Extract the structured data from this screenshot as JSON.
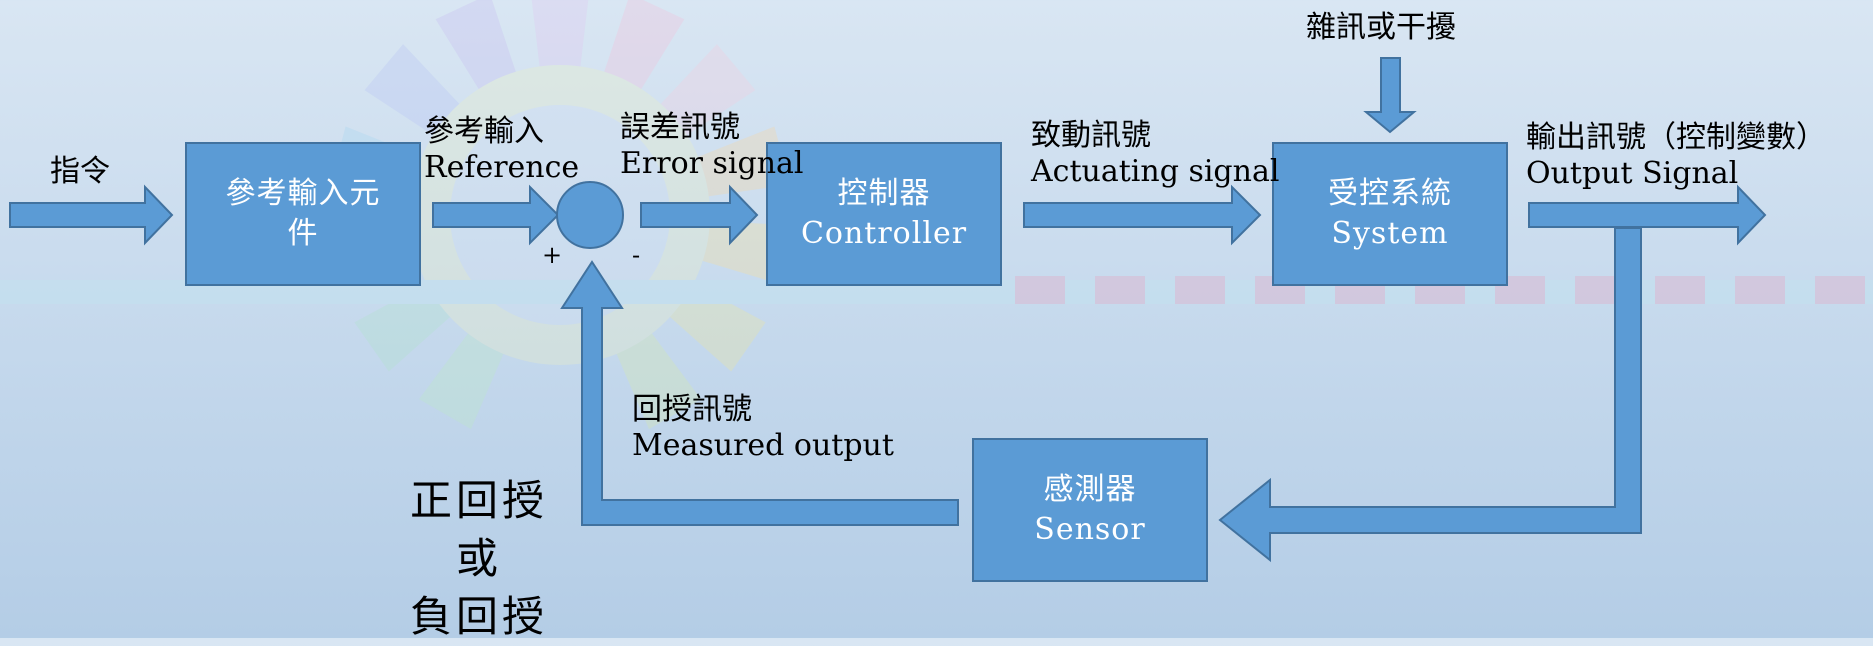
{
  "blocks": {
    "reference_element": {
      "line1": "參考輸入元",
      "line2": "件"
    },
    "controller": {
      "line1": "控制器",
      "line2": "Controller"
    },
    "system": {
      "line1": "受控系統",
      "line2": "System"
    },
    "sensor": {
      "line1": "感測器",
      "line2": "Sensor"
    }
  },
  "labels": {
    "command": "指令",
    "reference_input": {
      "zh": "參考輸入",
      "en": "Reference"
    },
    "error_signal": {
      "zh": "誤差訊號",
      "en": "Error signal"
    },
    "actuating_signal": {
      "zh": "致動訊號",
      "en": "Actuating signal"
    },
    "disturbance": "雜訊或干擾",
    "output_signal": {
      "zh": "輸出訊號（控制變數）",
      "en": "Output Signal"
    },
    "measured_output": {
      "zh": "回授訊號",
      "en": "Measured output"
    },
    "plus_sign": "+",
    "minus_sign": "-"
  },
  "feedback_note": {
    "line1": "正回授",
    "line2": "或",
    "line3": "負回授"
  },
  "colors": {
    "block_fill": "#5b9bd5",
    "block_border": "#41729f",
    "arrow_fill": "#5b9bd5",
    "text": "#000000"
  }
}
